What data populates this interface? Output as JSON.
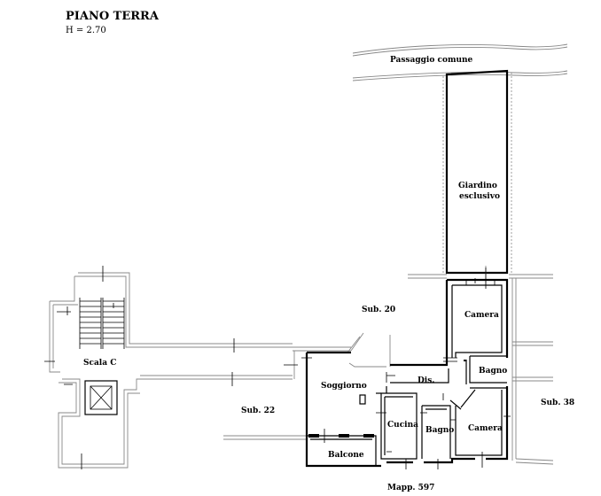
{
  "header": {
    "title": "PIANO TERRA",
    "height_label": "H = 2.70"
  },
  "labels": {
    "passaggio": "Passaggio comune",
    "giardino_1": "Giardino",
    "giardino_2": "esclusivo",
    "sub20": "Sub. 20",
    "camera_top": "Camera",
    "scala": "Scala C",
    "sub22": "Sub. 22",
    "soggiorno": "Soggiorno",
    "dis": "Dis.",
    "bagno_right": "Bagno",
    "sub38": "Sub. 38",
    "cucina": "Cucina",
    "bagno_mid": "Bagno",
    "camera_bottom": "Camera",
    "balcone": "Balcone",
    "mapp": "Mapp. 597"
  }
}
